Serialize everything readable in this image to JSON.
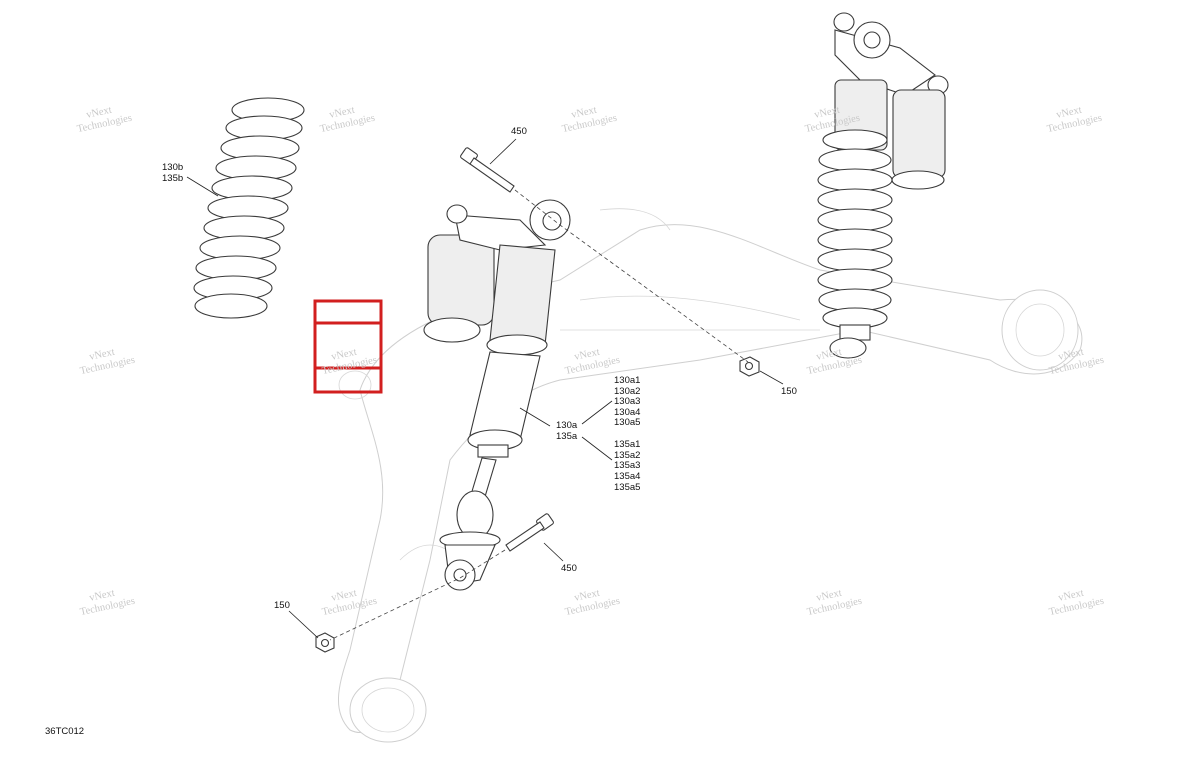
{
  "diagram_code": "36TC012",
  "watermark": {
    "line1": "vNext",
    "line2": "Technologies"
  },
  "callouts": {
    "spring": [
      "130b",
      "135b"
    ],
    "bolt_top": "450",
    "bolt_bottom": "450",
    "nut_right": "150",
    "nut_left": "150",
    "shock": [
      "130a",
      "135a"
    ],
    "variants_130": [
      "130a1",
      "130a2",
      "130a3",
      "130a4",
      "130a5"
    ],
    "variants_135": [
      "135a1",
      "135a2",
      "135a3",
      "135a4",
      "135a5"
    ]
  },
  "colors": {
    "highlight": "#d21f1f",
    "watermark": "#c9c9c9",
    "line": "#3a3a3a"
  }
}
